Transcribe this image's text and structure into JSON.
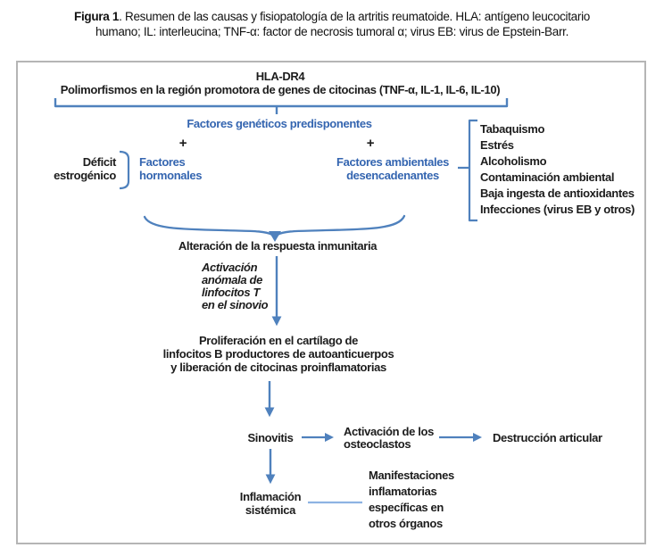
{
  "caption": {
    "bold": "Figura 1",
    "text": ". Resumen de las causas y fisiopatología de la artritis reumatoide. HLA: antígeno leucocitario humano; IL: interleucina; TNF-α: factor de necrosis tumoral α; virus EB: virus de Epstein-Barr."
  },
  "diagram": {
    "genetic": {
      "hla": "HLA-DR4",
      "polymorphisms": "Polimorfismos en la región promotora de genes de citocinas (TNF-α, IL-1, IL-6, IL-10)",
      "label": "Factores genéticos predisponentes"
    },
    "plus_left": "+",
    "plus_right": "+",
    "estrogen_deficit": {
      "line1": "Déficit",
      "line2": "estrogénico"
    },
    "hormonal": {
      "line1": "Factores",
      "line2": "hormonales"
    },
    "environmental": {
      "line1": "Factores ambientales",
      "line2": "desencadenantes"
    },
    "env_list": [
      "Tabaquismo",
      "Estrés",
      "Alcoholismo",
      "Contaminación ambiental",
      "Baja ingesta de antioxidantes",
      "Infecciones (virus EB y otros)"
    ],
    "immune_alteration": "Alteración de la respuesta inmunitaria",
    "activation_note": [
      "Activación",
      "anómala de",
      "linfocitos T",
      "en el sinovio"
    ],
    "proliferation": [
      "Proliferación en el cartílago de",
      "linfocitos B productores de autoanticuerpos",
      "y liberación de citocinas proinflamatorias"
    ],
    "synovitis": "Sinovitis",
    "osteoclasts": {
      "line1": "Activación de los",
      "line2": "osteoclastos"
    },
    "joint_destruction": "Destrucción articular",
    "systemic_inflammation": {
      "line1": "Inflamación",
      "line2": "sistémica"
    },
    "manifestations": [
      "Manifestaciones",
      "inflamatorias",
      "específicas en",
      "otros órganos"
    ]
  },
  "colors": {
    "blue_text": "#3465b0",
    "connector": "#4f81bd",
    "connector_light": "#8db3e2",
    "frame_border": "#b5b5b5",
    "text": "#1c1c1c"
  }
}
